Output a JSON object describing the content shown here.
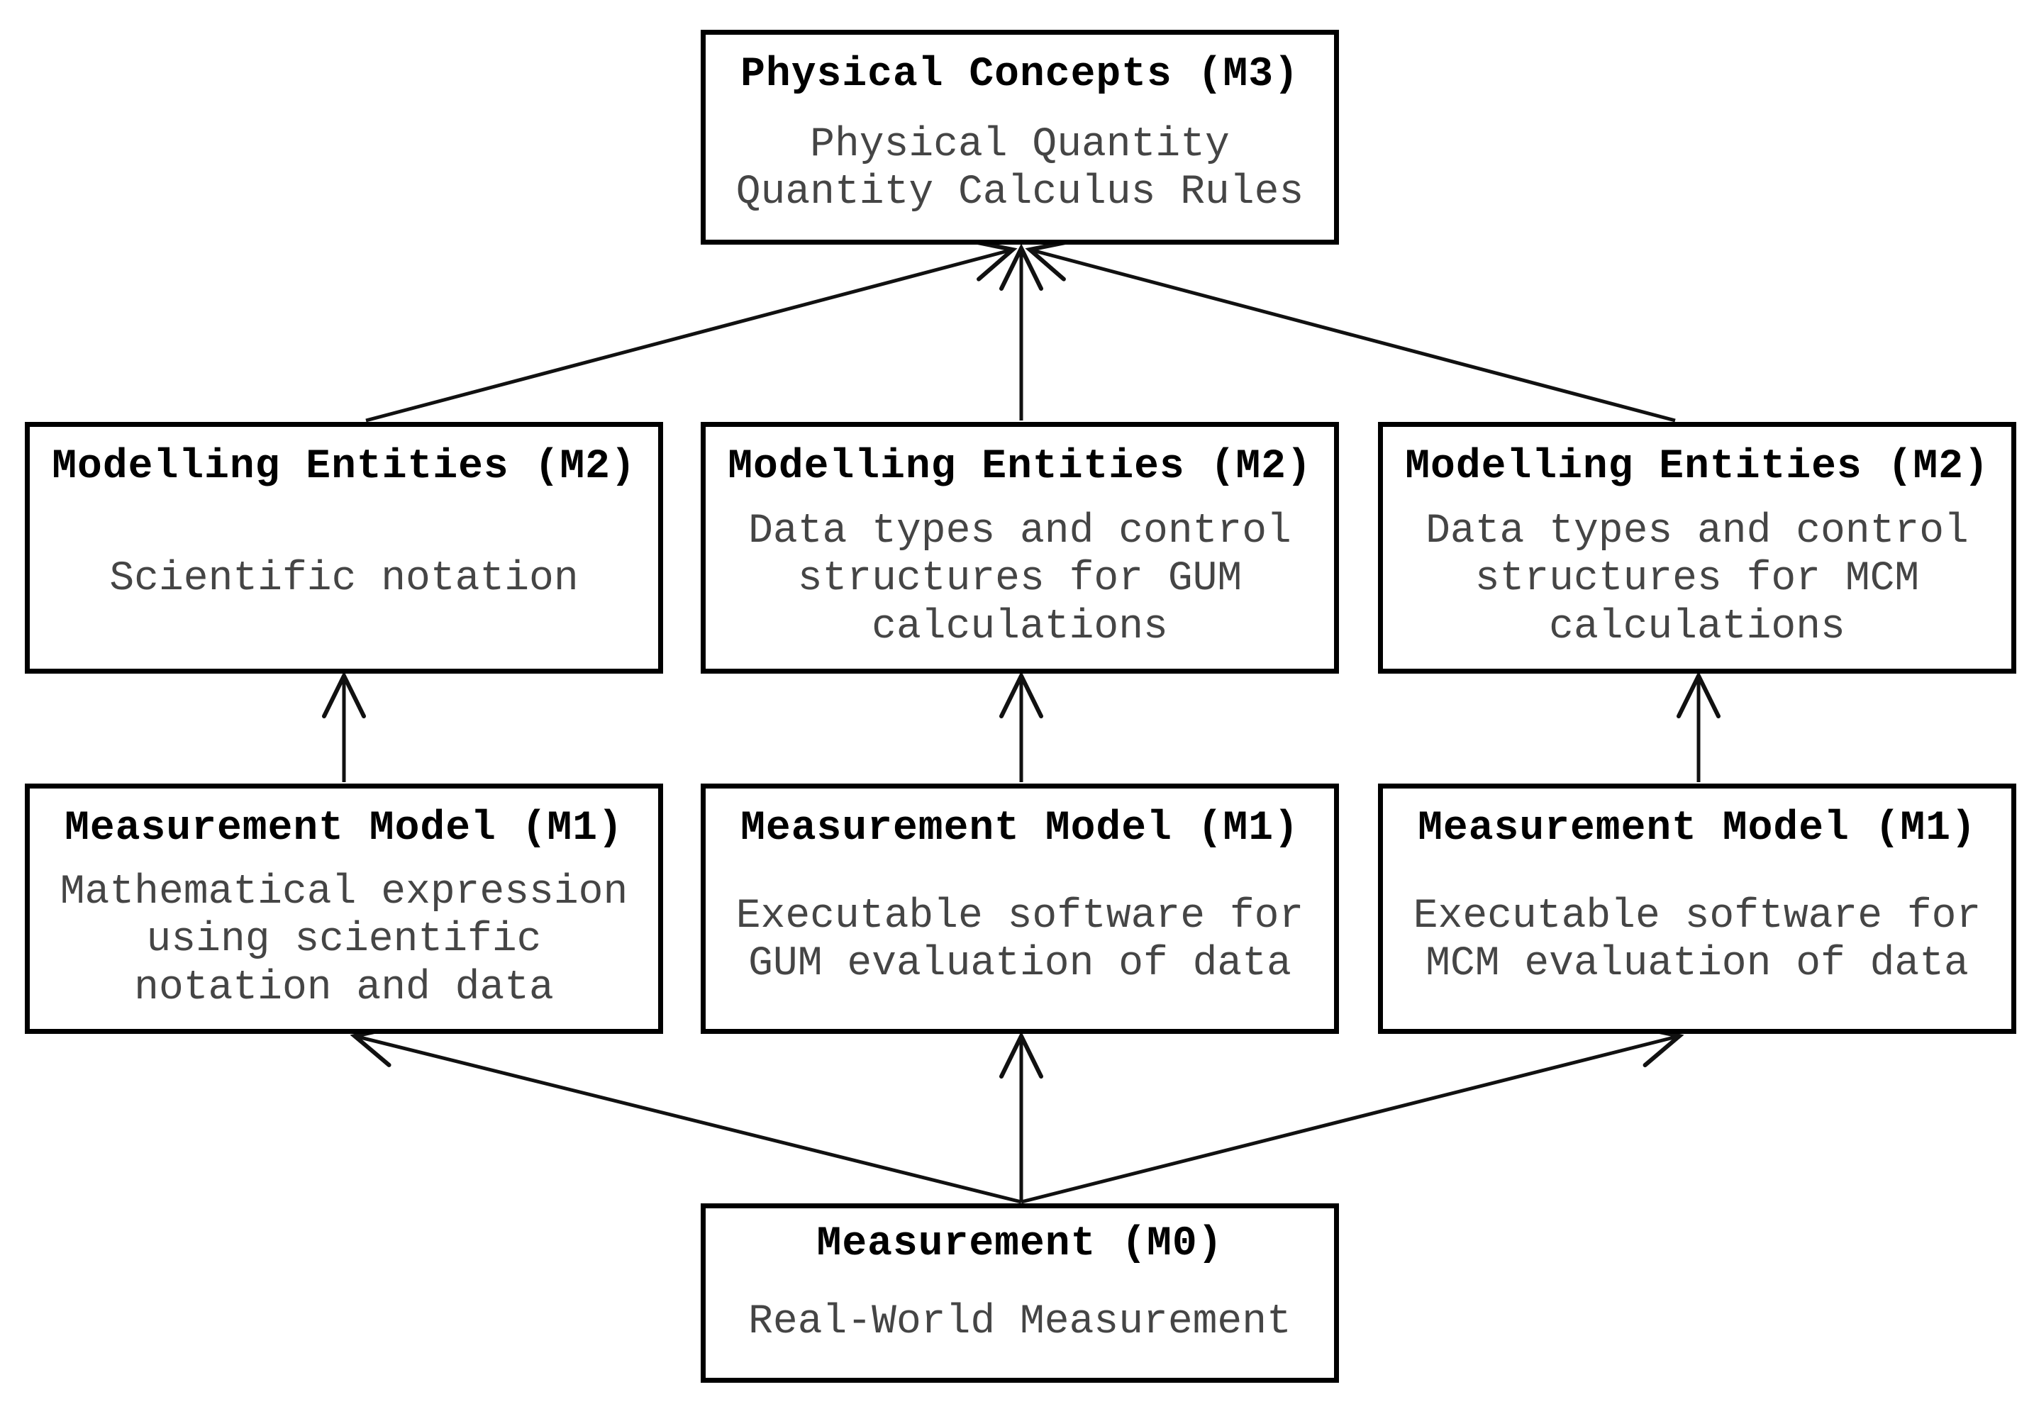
{
  "boxes": {
    "m3": {
      "title": "Physical Concepts (M3)",
      "line1": "Physical Quantity",
      "line2": "Quantity Calculus Rules"
    },
    "m2_left": {
      "title": "Modelling Entities (M2)",
      "line1": "Scientific notation"
    },
    "m2_mid": {
      "title": "Modelling Entities (M2)",
      "line1": "Data types and control",
      "line2": "structures for GUM",
      "line3": "calculations"
    },
    "m2_right": {
      "title": "Modelling Entities (M2)",
      "line1": "Data types and control",
      "line2": "structures for MCM",
      "line3": "calculations"
    },
    "m1_left": {
      "title": "Measurement Model (M1)",
      "line1": "Mathematical expression",
      "line2": "using scientific",
      "line3": "notation and data"
    },
    "m1_mid": {
      "title": "Measurement Model (M1)",
      "line1": "Executable software for",
      "line2": "GUM evaluation of data"
    },
    "m1_right": {
      "title": "Measurement Model (M1)",
      "line1": "Executable software for",
      "line2": "MCM evaluation of data"
    },
    "m0": {
      "title": "Measurement (M0)",
      "line1": "Real-World Measurement"
    }
  },
  "colors": {
    "background": "#ffffff",
    "box_border": "#000000",
    "title_text": "#000000",
    "body_text": "#454545",
    "arrow": "#111111"
  }
}
